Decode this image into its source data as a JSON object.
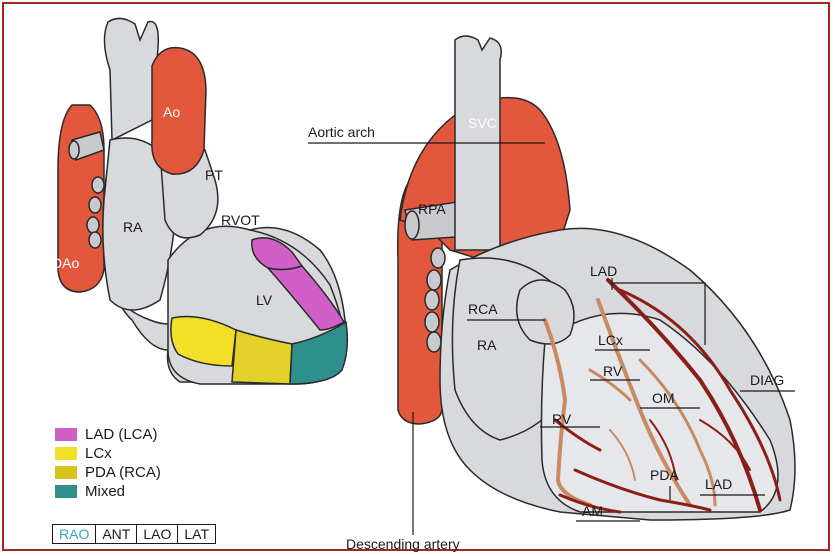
{
  "colors": {
    "frame": "#a0281e",
    "aorta": "#e3583d",
    "heart": "#d8d9dc",
    "outline": "#2a2a2a",
    "lad": "#d05fc8",
    "lcx": "#f2df27",
    "pda": "#d6c21b",
    "mixed": "#2f8f8c",
    "coronary_dark": "#8a1f18",
    "coronary_light": "#c98a62",
    "active_view": "#3aa0d8"
  },
  "left_diagram": {
    "labels": {
      "ao": "Ao",
      "pt": "PT",
      "ra": "RA",
      "rvot": "RVOT",
      "lv": "LV",
      "dao": "DAo"
    }
  },
  "right_diagram": {
    "labels": {
      "aortic_arch": "Aortic arch",
      "svc": "SVC",
      "rpa": "RPA",
      "rca": "RCA",
      "ra": "RA",
      "lad_top": "LAD",
      "lcx": "LCx",
      "rv_upper": "RV",
      "om": "OM",
      "diag": "DIAG",
      "rv_lower": "RV",
      "pda": "PDA",
      "lad_bottom": "LAD",
      "am": "AM",
      "descending_artery": "Descending artery"
    }
  },
  "legend": [
    {
      "label": "LAD (LCA)",
      "color": "#d05fc8"
    },
    {
      "label": "LCx",
      "color": "#f2df27"
    },
    {
      "label": "PDA (RCA)",
      "color": "#d6c21b"
    },
    {
      "label": "Mixed",
      "color": "#2f8f8c"
    }
  ],
  "views": {
    "rao": "RAO",
    "ant": "ANT",
    "lao": "LAO",
    "lat": "LAT",
    "active": "RAO"
  }
}
